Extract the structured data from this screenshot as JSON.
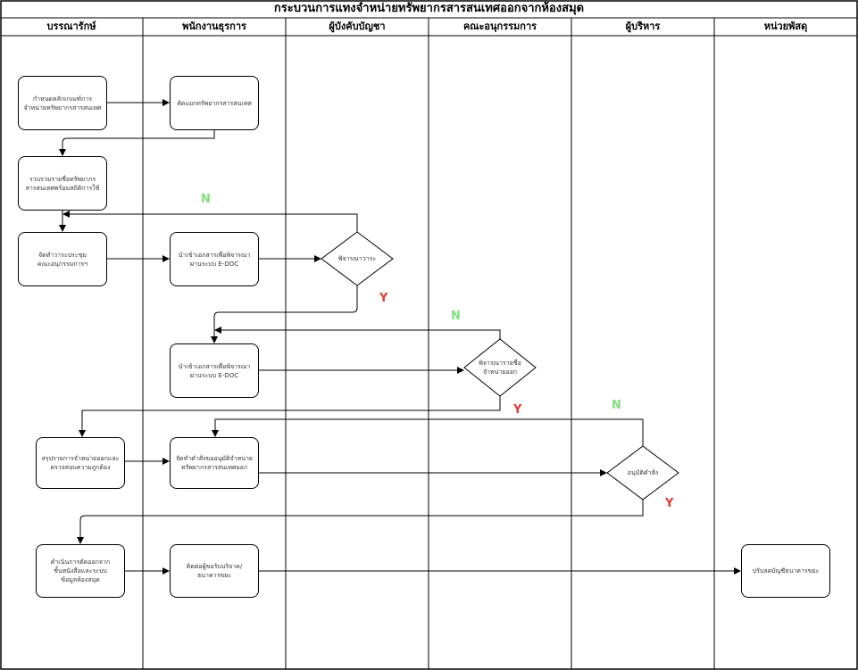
{
  "title": "กระบวนการแทงจำหน่ายทรัพยากรสารสนเทศออกจากห้องสมุด",
  "lanes": [
    "บรรณารักษ์",
    "พนักงานธุรการ",
    "ผู้บังคับบัญชา",
    "คณะอนุกรรมการ",
    "ผู้บริหาร",
    "หน่วยพัสดุ"
  ],
  "boxes": {
    "b1": "กำหนดหลักเกณฑ์การ\nจำหน่ายทรัพยากรสารสนเทศ",
    "b2": "คัดแยกทรัพยากรสารสนเทศ",
    "b3": "รวบรวมรายชื่อทรัพยากร\nสารสนเทศพร้อมสถิติการใช้",
    "b4": "จัดทำวาระประชุม\nคณะอนุกรรมการฯ",
    "b5": "นำเข้าเอกสารเพื่อพิจารณา\nผ่านระบบ E-DOC",
    "b6": "นำเข้าเอกสารเพื่อพิจารณา\nผ่านระบบ E-DOC",
    "b7": "สรุปรายการจำหน่ายออกและ\nตรวจสอบความถูกต้อง",
    "b8": "จัดทำคำสั่งขออนุมัติจำหน่าย\nทรัพยากรสารสนเทศออก",
    "b9": "ดำเนินการตัดออกจาก\nชั้นหนังสือและระบบ\nข้อมูลห้องสมุด",
    "b10": "ติดต่อผู้ขอรับบริจาค/\nธนาคารขยะ",
    "b11": "ปรับลดบัญชีธนาคารขยะ"
  },
  "decisions": {
    "d1": "พิจารณาวาระ",
    "d2": "พิจารณารายชื่อ\nจำหน่ายออก",
    "d3": "อนุมัติคำสั่ง"
  },
  "branch_labels": {
    "n1": "N",
    "y1": "Y",
    "n2": "N",
    "y2": "Y",
    "n3": "N",
    "y3": "Y"
  },
  "colors": {
    "yes": "#e53935",
    "no": "#7ee07a",
    "line": "#000000"
  }
}
